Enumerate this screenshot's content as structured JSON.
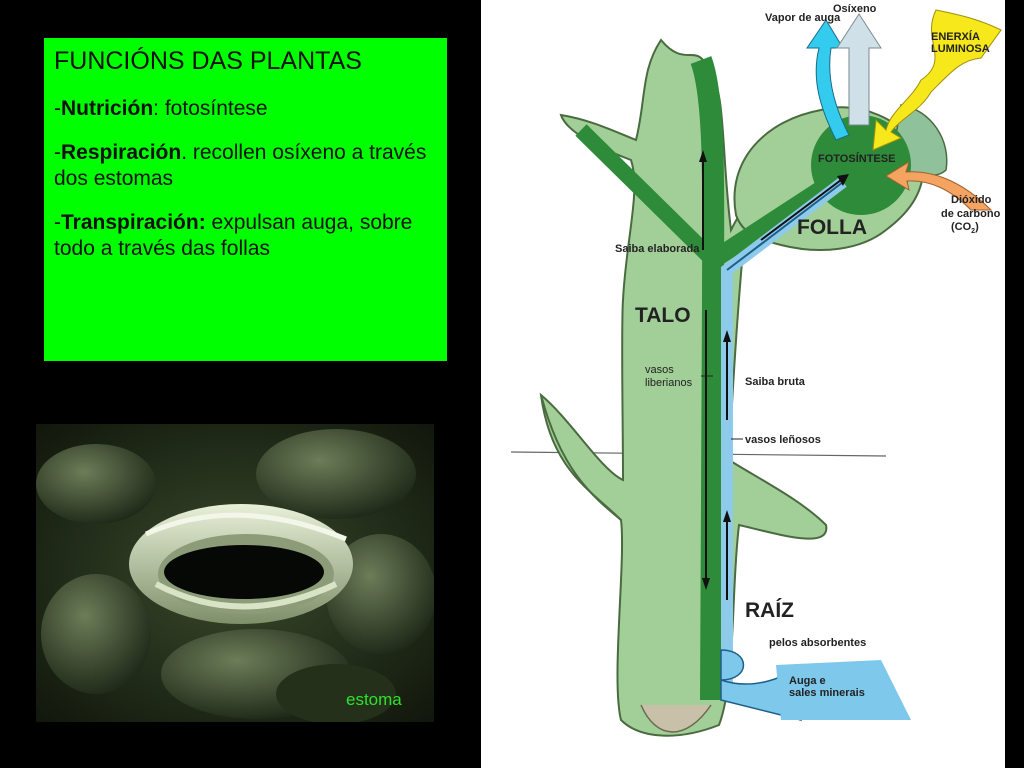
{
  "textbox": {
    "title": "FUNCIÓNS DAS PLANTAS",
    "items": [
      {
        "prefix": "-",
        "term": "Nutrición",
        "rest": ": fotosíntese"
      },
      {
        "prefix": "-",
        "term": "Respiración",
        "rest": ". recollen osíxeno a través dos estomas"
      },
      {
        "prefix": "-",
        "term": "Transpiración:",
        "rest": " expulsan auga, sobre todo a través das follas"
      }
    ],
    "background": "#00ff00"
  },
  "photo": {
    "caption": "estoma",
    "caption_color": "#2fe02f"
  },
  "diagram": {
    "labels": {
      "vapor": "Vapor de auga",
      "osixeno": "Osíxeno",
      "enerxia1": "ENERXÍA",
      "enerxia2": "LUMINOSA",
      "fotosintese": "FOTOSÍNTESE",
      "dioxido1": "Dióxido",
      "dioxido2": "de carbono",
      "co2": "(CO",
      "co2_sub": "2",
      "co2_close": ")",
      "saiba_elaborada": "Saiba elaborada",
      "folla": "FOLLA",
      "talo": "TALO",
      "vasos_lib1": "vasos",
      "vasos_lib2": "liberianos",
      "saiba_bruta": "Saiba bruta",
      "vasos_lenosos": "vasos leñosos",
      "raiz": "RAÍZ",
      "pelos": "pelos absorbentes",
      "auga1": "Auga e",
      "auga2": "sales minerais"
    },
    "colors": {
      "plant": "#a2cf98",
      "phloem": "#2e8b3a",
      "xylem": "#8ecbea",
      "vapor_arrow": "#33ccee",
      "oxygen_arrow": "#cfe0e8",
      "light_arrow": "#f6e81a",
      "co2_arrow": "#f4a460",
      "water": "#7ec8ec"
    }
  }
}
